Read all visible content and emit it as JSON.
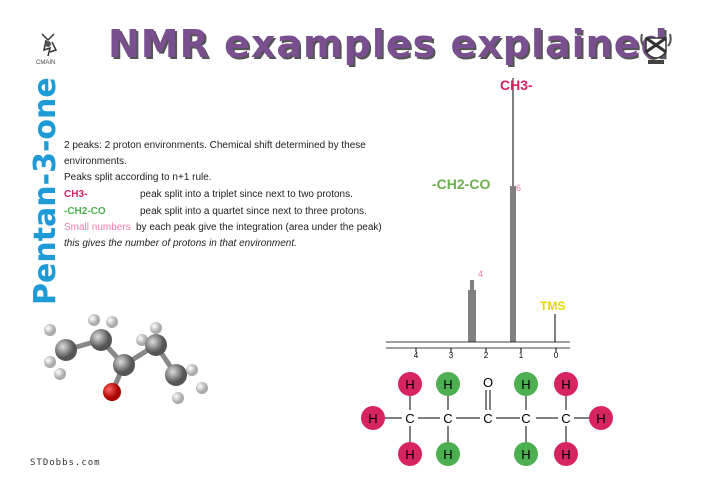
{
  "title": "NMR examples explained",
  "compound": "Pentan-3-one",
  "website": "STDobbs.com",
  "logo_left_caption": "CMAIN",
  "explanation": {
    "line1": "2 peaks: 2 proton environments. Chemical shift determined by these",
    "line2": "environments.",
    "line3": "Peaks split according to n+1 rule.",
    "ch3_label": "CH3-",
    "ch3_text": "peak split into a triplet since next to two protons.",
    "ch2_label": "-CH2-CO",
    "ch2_text": "peak split into a quartet since next to three protons.",
    "small_numbers": "Small numbers",
    "small_numbers_rest": "by each peak give the integration (area under the peak)",
    "italic_line": "this gives the number of protons in that environment."
  },
  "spectrum": {
    "peak_labels": {
      "ch3": "CH3-",
      "ch2": "-CH2-CO",
      "tms": "TMS"
    },
    "integrations": {
      "ch2": "4",
      "ch3": "6"
    },
    "ticks": [
      "4",
      "3",
      "2",
      "1",
      "0"
    ],
    "colors": {
      "ch3": "#d6245e",
      "ch2": "#6ab04c",
      "tms": "#e8d800",
      "integration": "#f07aa8"
    }
  },
  "structure": {
    "atoms": {
      "H": "H",
      "C": "C",
      "O": "O"
    },
    "colors": {
      "red_h": "#d6245e",
      "green_h": "#4caf50"
    }
  }
}
